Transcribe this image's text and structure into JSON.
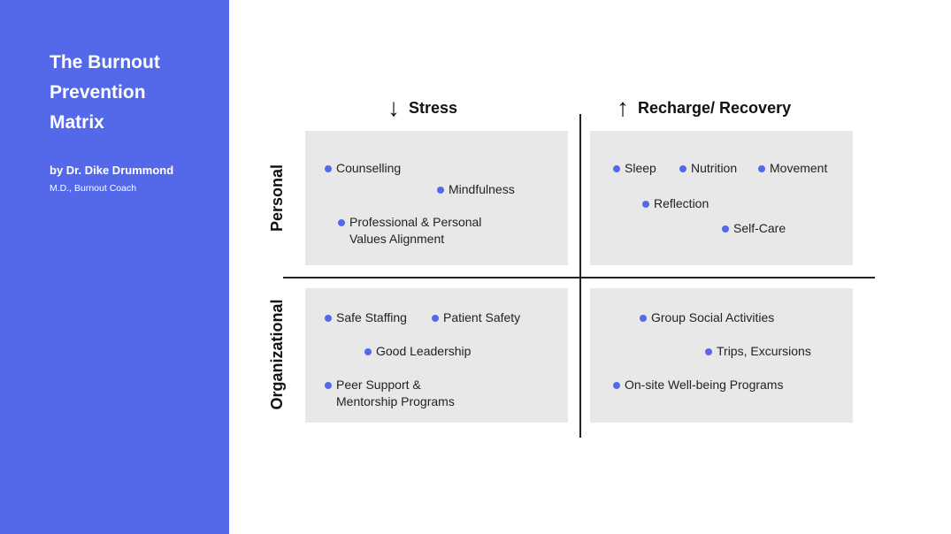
{
  "sidebar": {
    "title_lines": [
      "The Burnout",
      "Prevention",
      "Matrix"
    ],
    "author": "by Dr. Dike Drummond",
    "role": "M.D., Burnout Coach",
    "color": "#5469ea"
  },
  "columns": {
    "left": {
      "arrow": "↓",
      "label": "Stress"
    },
    "right": {
      "arrow": "↑",
      "label": "Recharge/ Recovery"
    }
  },
  "rows": {
    "top": "Personal",
    "bottom": "Organizational"
  },
  "quadrants": {
    "personal_stress": {
      "items": [
        {
          "line1": "Counselling"
        },
        {
          "line1": "Mindfulness"
        },
        {
          "line1": "Professional & Personal",
          "line2": "Values Alignment"
        }
      ]
    },
    "personal_recovery": {
      "items": [
        {
          "line1": "Sleep"
        },
        {
          "line1": "Nutrition"
        },
        {
          "line1": "Movement"
        },
        {
          "line1": "Reflection"
        },
        {
          "line1": "Self-Care"
        }
      ]
    },
    "org_stress": {
      "items": [
        {
          "line1": "Safe Staffing"
        },
        {
          "line1": "Patient Safety"
        },
        {
          "line1": "Good Leadership"
        },
        {
          "line1": "Peer Support &",
          "line2": "Mentorship Programs"
        }
      ]
    },
    "org_recovery": {
      "items": [
        {
          "line1": "Group Social Activities"
        },
        {
          "line1": "Trips, Excursions"
        },
        {
          "line1": "On-site Well-being Programs"
        }
      ]
    }
  }
}
